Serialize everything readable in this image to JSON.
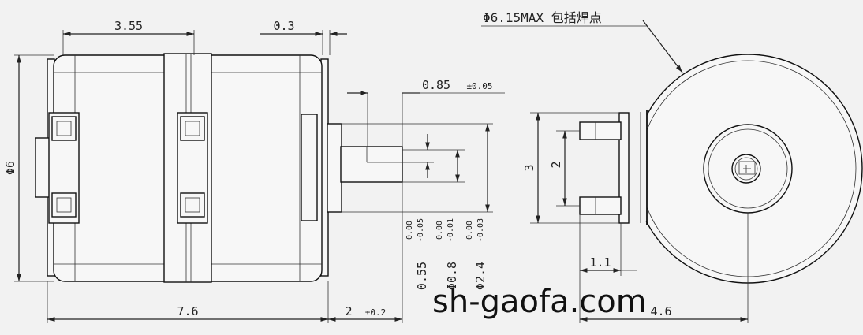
{
  "dimensions": {
    "length_top": "3.55",
    "gap_top": "0.3",
    "diameter_body": "Φ6",
    "shaft_length": "0.85",
    "shaft_length_tol": "±0.05",
    "total_length": "7.6",
    "shaft_protrusion": "2",
    "shaft_protrusion_tol": "±0.2",
    "flat_dim": "0.55",
    "flat_tol_upper": "0.00",
    "flat_tol_lower": "-0.05",
    "shaft_diameter": "Φ0.8",
    "shaft_diameter_tol_upper": "0.00",
    "shaft_diameter_tol_lower": "-0.01",
    "boss_diameter": "Φ2.4",
    "boss_diameter_tol_upper": "0.00",
    "boss_diameter_tol_lower": "-0.03",
    "weld_note": "Φ6.15MAX 包括焊点",
    "terminal_span": "3",
    "terminal_pitch": "2",
    "terminal_offset": "1.1",
    "side_width": "4.6"
  },
  "watermark": "sh-gaofa.com"
}
